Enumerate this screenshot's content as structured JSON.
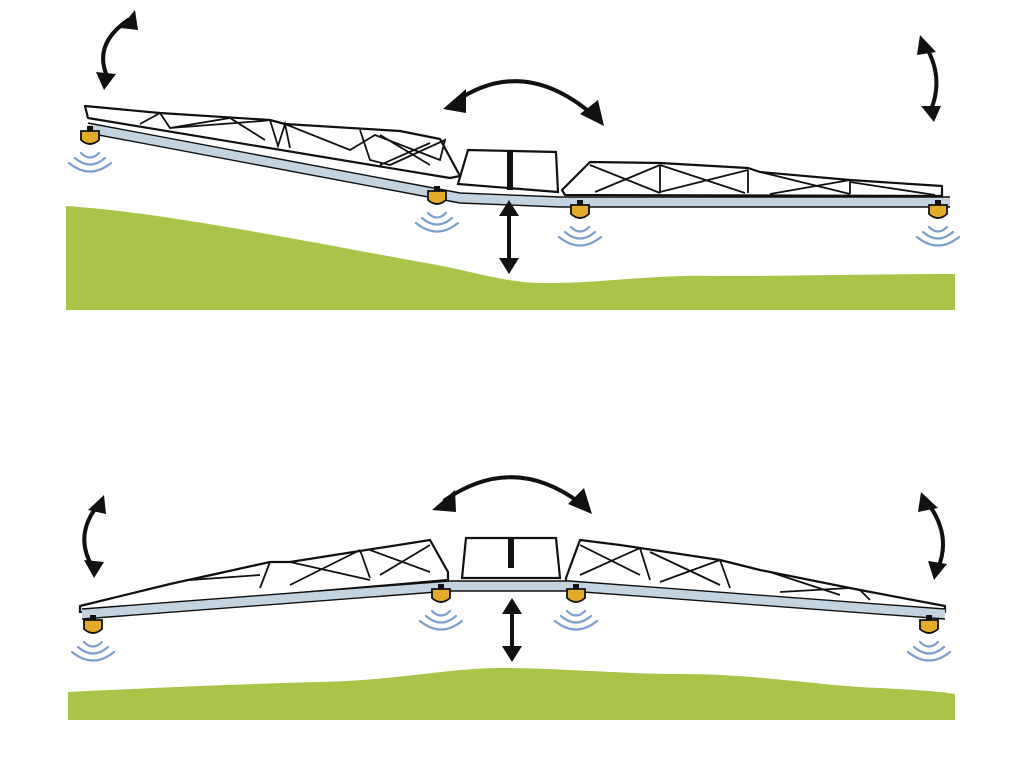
{
  "colors": {
    "ground": "#a9c448",
    "boom": "#c3d3e0",
    "sensor": "#e3ab2a",
    "wave": "#7b9fd0",
    "outline": "#111111"
  },
  "panels": [
    {
      "id": "top",
      "terrain": "sloped",
      "boom_shape": "left-wing-tilted-down"
    },
    {
      "id": "bottom",
      "terrain": "gentle-rolling",
      "boom_shape": "both-wings-arched-down"
    }
  ],
  "icons": [
    "rotate-arrow-icon",
    "tilt-arrow-icon",
    "height-arrow-icon",
    "ultrasonic-sensor-icon",
    "sound-wave-icon"
  ]
}
